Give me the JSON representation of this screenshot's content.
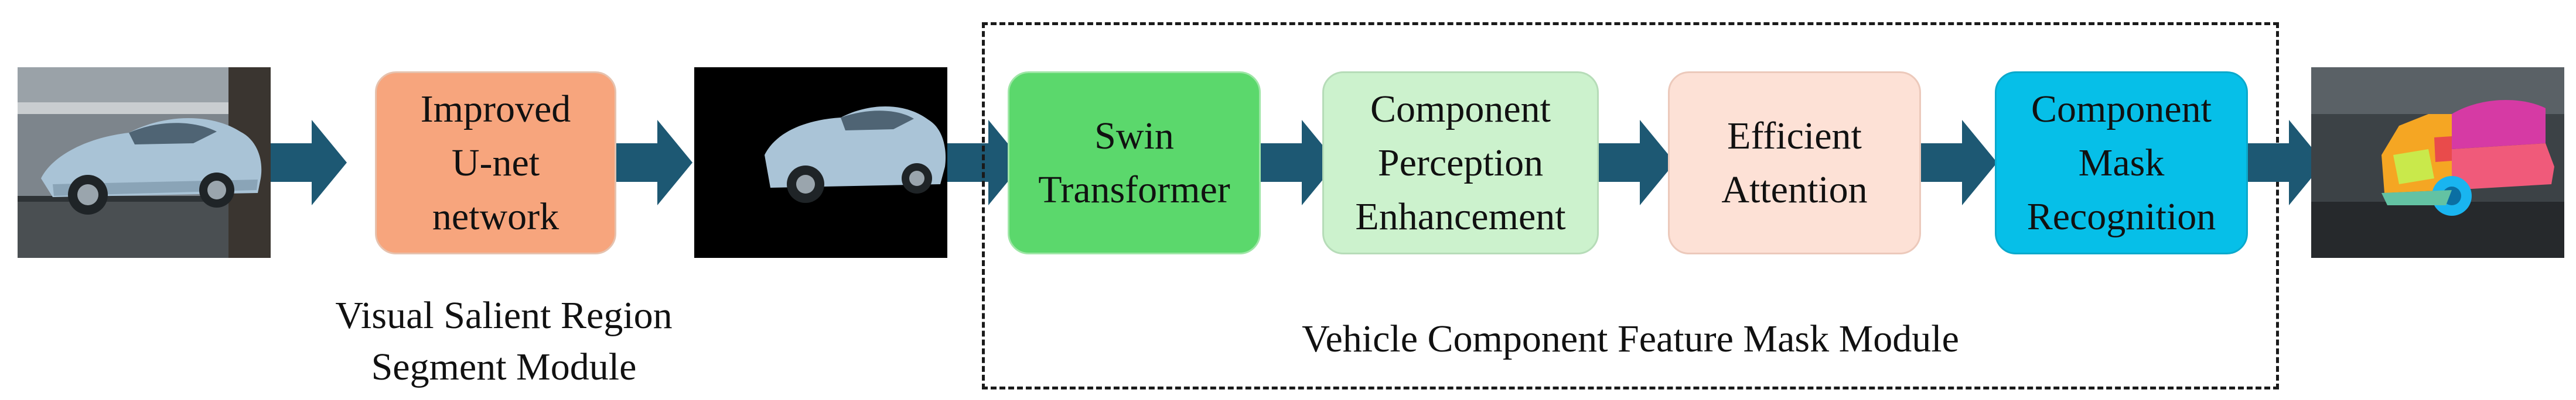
{
  "colors": {
    "arrow": "#1d5873",
    "unet_box": "#f7a57d",
    "swin_box": "#5bd86c",
    "perception_box": "#ccf2cd",
    "attention_box": "#fde1d6",
    "mask_box": "#06bfe8"
  },
  "nodes": {
    "unet": {
      "lines": [
        "Improved",
        "U-net",
        "network"
      ]
    },
    "swin": {
      "lines": [
        "Swin",
        "Transformer"
      ]
    },
    "perception": {
      "lines": [
        "Component",
        "Perception",
        "Enhancement"
      ]
    },
    "attention": {
      "lines": [
        "Efficient",
        "Attention"
      ]
    },
    "mask": {
      "lines": [
        "Component",
        "Mask",
        "Recognition"
      ]
    }
  },
  "modules": {
    "salient": {
      "lines": [
        "Visual Salient Region",
        "Segment Module"
      ]
    },
    "vehicle": {
      "label": "Vehicle Component Feature Mask Module"
    }
  },
  "images": {
    "input": "input-car-photo",
    "salient": "segmented-car-on-black",
    "output": "component-mask-result"
  }
}
